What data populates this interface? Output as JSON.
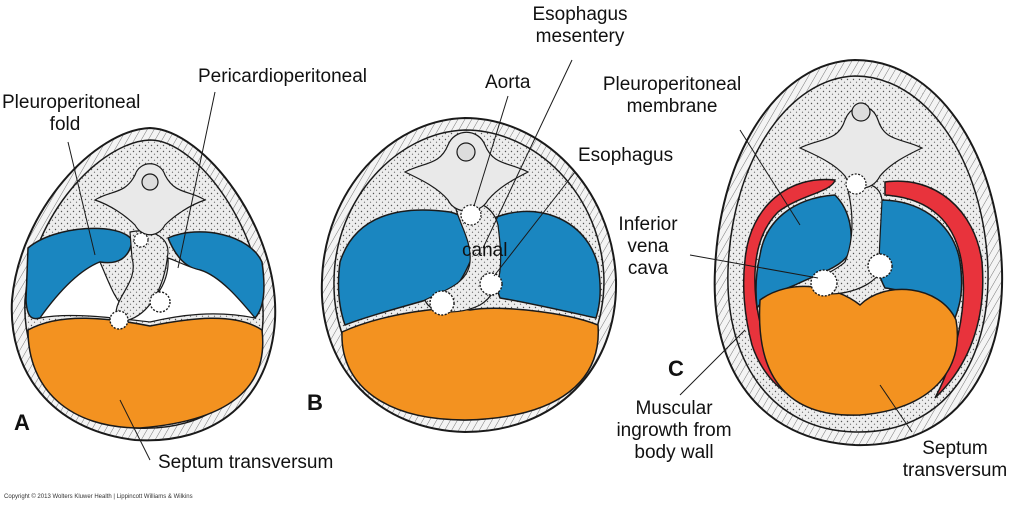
{
  "panels": [
    {
      "letter": "A"
    },
    {
      "letter": "B"
    },
    {
      "letter": "C"
    }
  ],
  "labels": {
    "pleuroperitoneal_fold": "Pleuroperitoneal\nfold",
    "pericardioperitoneal": "Pericardioperitoneal",
    "canal": "canal",
    "septum_transversum_a": "Septum transversum",
    "aorta": "Aorta",
    "esophagus_mesentery": "Esophagus\nmesentery",
    "esophagus": "Esophagus",
    "pleuroperitoneal_membrane": "Pleuroperitoneal\nmembrane",
    "inferior_vena_cava": "Inferior\nvena\ncava",
    "muscular_ingrowth": "Muscular\ningrowth from\nbody wall",
    "septum_transversum_c": "Septum\ntransversum"
  },
  "copyright": "Copyright © 2013 Wolters Kluwer Health | Lippincott Williams & Wilkins",
  "colors": {
    "pleural_cavity": "#1a86c0",
    "septum_transversum": "#f39220",
    "muscular_ingrowth": "#e8333c",
    "body_wall": "#f2f2f2",
    "outline": "#1a1a1a"
  }
}
